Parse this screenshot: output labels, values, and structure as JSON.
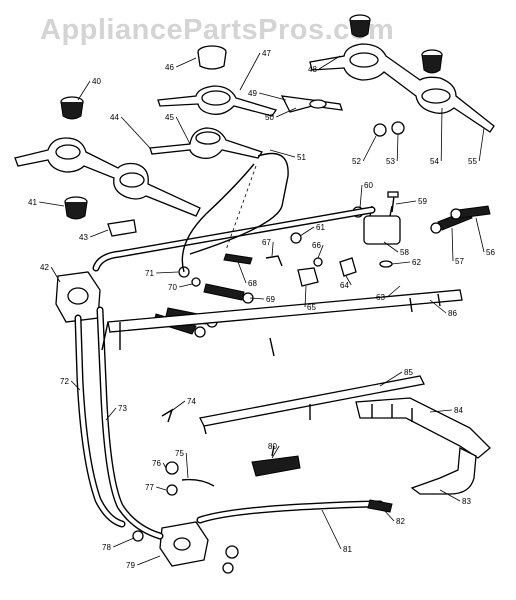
{
  "watermark": "AppliancePartsPros.com",
  "labels": [
    "40",
    "41",
    "42",
    "43",
    "44",
    "45",
    "46",
    "47",
    "48",
    "49",
    "50",
    "51",
    "52",
    "53",
    "54",
    "55",
    "56",
    "57",
    "58",
    "59",
    "60",
    "61",
    "62",
    "63",
    "64",
    "65",
    "66",
    "67",
    "68",
    "69",
    "70",
    "71",
    "72",
    "73",
    "74",
    "75",
    "76",
    "77",
    "78",
    "79",
    "80",
    "81",
    "82",
    "83",
    "84",
    "85",
    "86"
  ],
  "colors": {
    "ink": "#000000",
    "watermark": "#d4d4d4",
    "paper": "#ffffff"
  }
}
